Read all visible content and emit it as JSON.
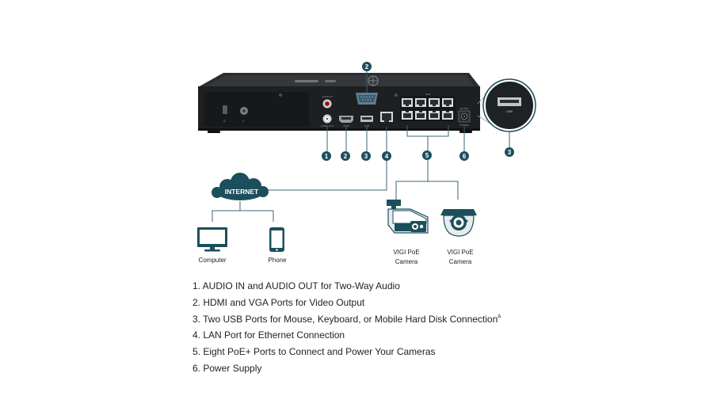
{
  "device": {
    "port_labels": {
      "audio_in": "AUDIO IN",
      "audio_out": "AUDIO OUT",
      "hdmi": "HDMI",
      "usb": "USB",
      "poe": "PoE",
      "dc": "DC 48V",
      "power": "POWER"
    }
  },
  "callouts": [
    "1",
    "2",
    "3",
    "4",
    "5",
    "6"
  ],
  "zoom": {
    "usb_label": "USB",
    "callout": "3"
  },
  "network": {
    "internet_label": "INTERNET",
    "computer_label": "Computer",
    "phone_label": "Phone",
    "camera1_label_line1": "VIGI PoE",
    "camera1_label_line2": "Camera",
    "camera2_label_line1": "VIGI PoE",
    "camera2_label_line2": "Camera"
  },
  "features": [
    {
      "text": "1. AUDIO IN and AUDIO OUT for Two-Way Audio",
      "sup": ""
    },
    {
      "text": "2. HDMI and VGA Ports for Video Output",
      "sup": ""
    },
    {
      "text": "3. Two USB Ports for Mouse, Keyboard, or Mobile Hard Disk Connection",
      "sup": "Δ"
    },
    {
      "text": "4. LAN Port for Ethernet Connection",
      "sup": ""
    },
    {
      "text": "5. Eight PoE+ Ports to Connect and Power Your Cameras",
      "sup": ""
    },
    {
      "text": "6. Power Supply",
      "sup": ""
    }
  ],
  "colors": {
    "teal": "#1c4f5c",
    "device_body": "#2b2e31",
    "device_face": "#1d1f21",
    "line": "#3d6470"
  }
}
